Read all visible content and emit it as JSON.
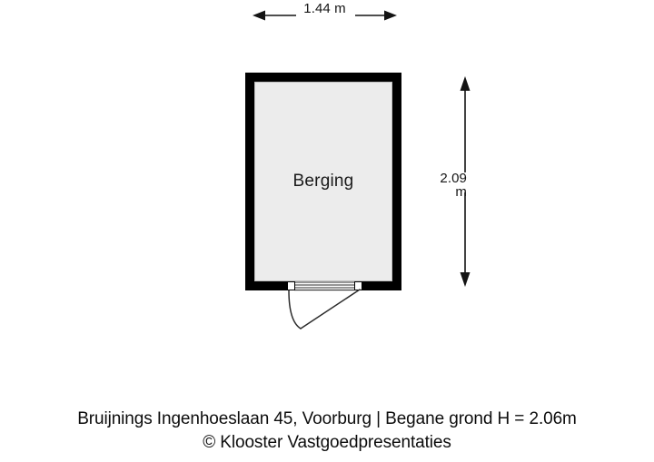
{
  "plan": {
    "room": {
      "label": "Berging"
    },
    "dimensions": {
      "width_label": "1.44 m",
      "height_label": "2.09 m"
    },
    "door": {
      "name": "entry-door",
      "swing": "outward-left-hinge"
    },
    "colors": {
      "wall": "#000000",
      "floor_fill": "#ececec",
      "interior_outline": "#b4b4b4",
      "dimension_line": "#1a1a1a",
      "door_swing": "#2b2b2b",
      "background": "#ffffff"
    }
  },
  "caption": {
    "line1": "Bruijnings Ingenhoeslaan 45, Voorburg | Begane grond H = 2.06m",
    "line2": "© Klooster Vastgoedpresentaties"
  }
}
